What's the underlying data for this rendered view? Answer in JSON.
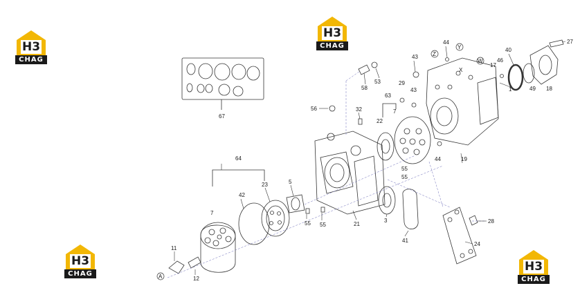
{
  "logos": [
    {
      "mark": "H3",
      "band": "CHAG"
    },
    {
      "mark": "H3",
      "band": "CHAG"
    },
    {
      "mark": "H3",
      "band": "CHAG"
    },
    {
      "mark": "H3",
      "band": "CHAG"
    }
  ],
  "callouts": {
    "p67": "67",
    "p64": "64",
    "p42": "42",
    "p23": "23",
    "p7a": "7",
    "p5": "5",
    "p11": "11",
    "pA": "A",
    "p12": "12",
    "p55a": "55",
    "p55b": "55",
    "p55c": "55",
    "p55d": "55",
    "p21": "21",
    "p3": "3",
    "p41": "41",
    "p24": "24",
    "p28": "28",
    "p56": "56",
    "p32": "32",
    "p22": "22",
    "p63": "63",
    "p7b": "7",
    "p58": "58",
    "p53": "53",
    "p29": "29",
    "p43a": "43",
    "p43b": "43",
    "p44a": "44",
    "p44b": "44",
    "pZ": "Z",
    "pY": "Y",
    "pX": "X",
    "pW": "W",
    "p17": "17",
    "p46": "46",
    "p40": "40",
    "p1": "1",
    "p49": "49",
    "p18": "18",
    "p27": "27",
    "p19": "19"
  }
}
